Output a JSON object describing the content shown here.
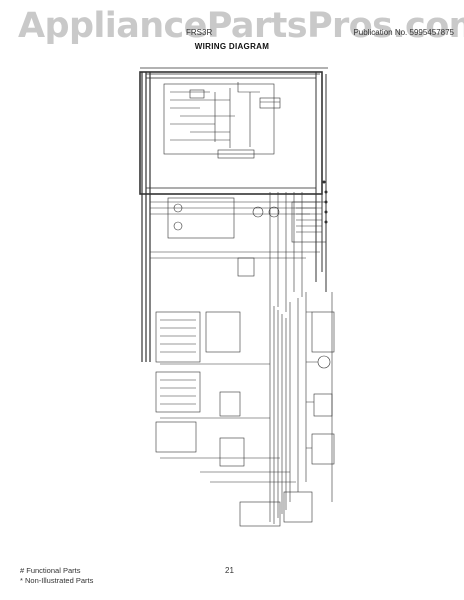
{
  "watermark": "AppliancePartsPros.com",
  "header": {
    "model": "FRS3R",
    "publication": "Publication No. 5995457875"
  },
  "title": "WIRING DIAGRAM",
  "footer": {
    "functional_note": "# Functional Parts",
    "non_illustrated_note": "* Non-Illustrated Parts",
    "page_number": "21"
  }
}
